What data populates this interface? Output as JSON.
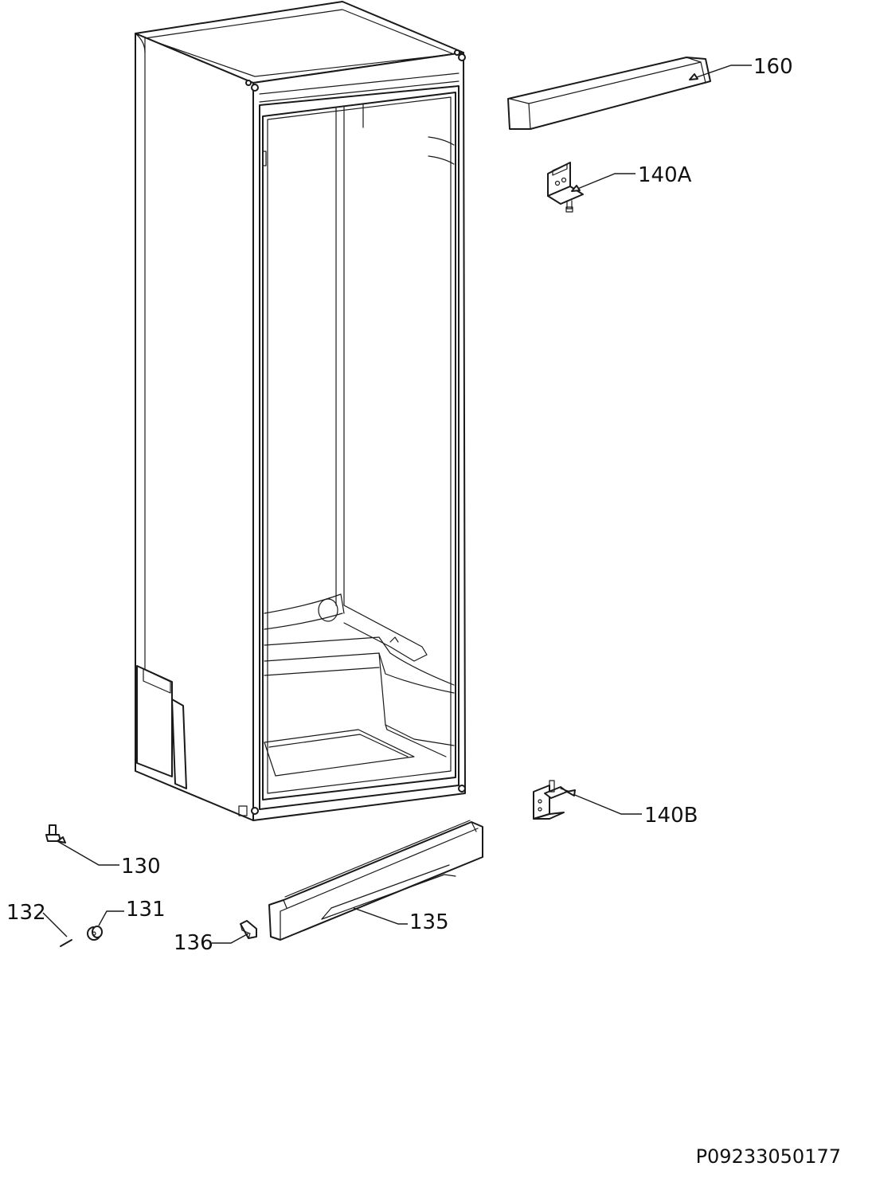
{
  "callouts": {
    "c160": "160",
    "c140a": "140A",
    "c140b": "140B",
    "c130": "130",
    "c131": "131",
    "c132": "132",
    "c135": "135",
    "c136": "136"
  },
  "document_id": "P09233050177"
}
